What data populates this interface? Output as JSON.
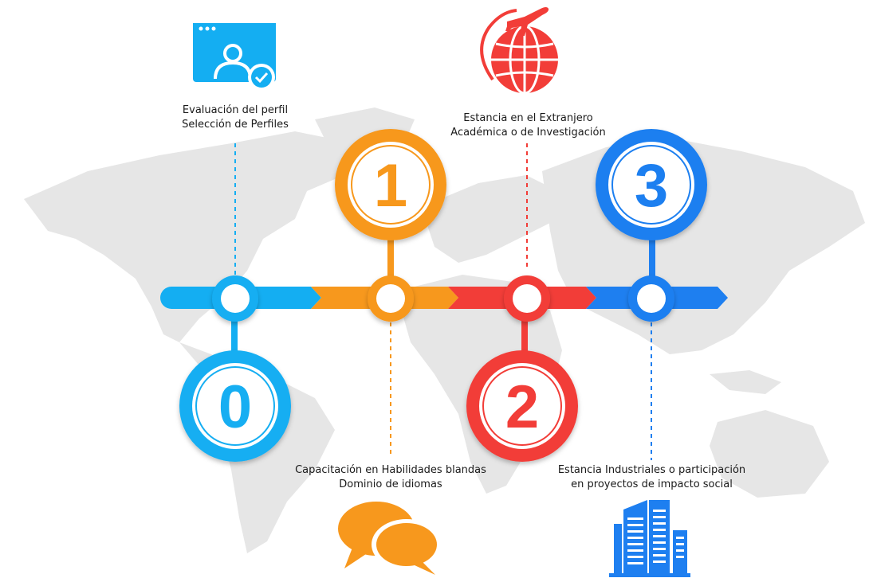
{
  "steps": [
    {
      "number": "0",
      "color": "#14aef2",
      "line1": "Evaluación del perfil",
      "line2": "Selección de Perfiles",
      "icon": "profile-window-icon"
    },
    {
      "number": "1",
      "color": "#f7981d",
      "line1": "Capacitación en Habilidades blandas",
      "line2": "Dominio de idiomas",
      "icon": "chat-bubbles-icon"
    },
    {
      "number": "2",
      "color": "#f23d38",
      "line1": "Estancia en el Extranjero",
      "line2": "Académica o de Investigación",
      "icon": "globe-plane-icon"
    },
    {
      "number": "3",
      "color": "#1e7ff0",
      "line1": "Estancia Industriales o participación",
      "line2": "en proyectos de impacto social",
      "icon": "buildings-icon"
    }
  ]
}
